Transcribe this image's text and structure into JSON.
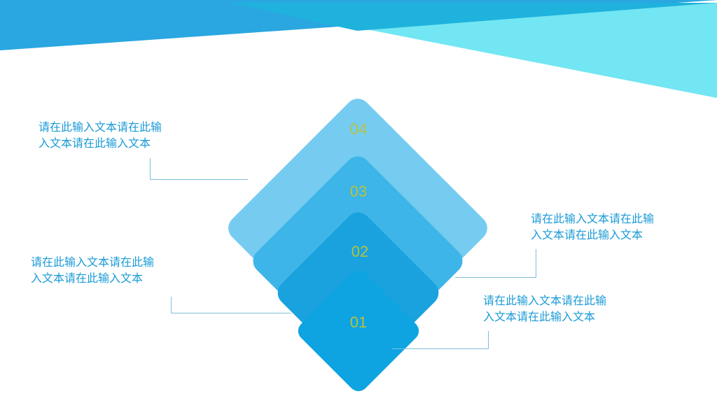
{
  "colors": {
    "band_dark": "#2aa7e0",
    "band_mid": "#1fb2dd",
    "band_light": "#72e6f2",
    "diamond_4": "#76ccf0",
    "diamond_3": "#3db5e8",
    "diamond_2": "#19a2de",
    "diamond_1": "#0da4e1",
    "number_text": "#b6c23f",
    "body_text": "#1a9ad6"
  },
  "steps": [
    {
      "number": "01",
      "text_line1": "请在此输入文本请在此输",
      "text_line2": "入文本请在此输入文本"
    },
    {
      "number": "02",
      "text_line1": "请在此输入文本请在此输",
      "text_line2": "入文本请在此输入文本"
    },
    {
      "number": "03",
      "text_line1": "请在此输入文本请在此输",
      "text_line2": "入文本请在此输入文本"
    },
    {
      "number": "04",
      "text_line1": "请在此输入文本请在此输",
      "text_line2": "入文本请在此输入文本"
    }
  ]
}
